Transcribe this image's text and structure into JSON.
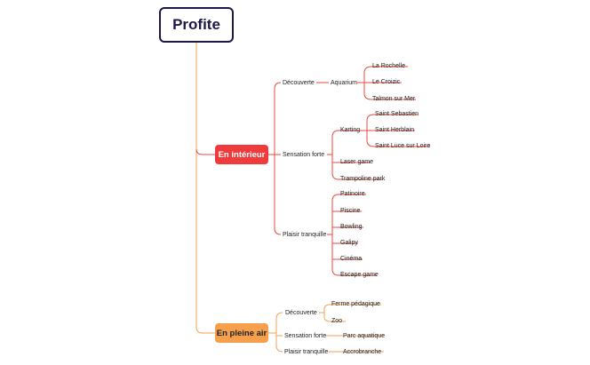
{
  "root": {
    "label": "Profite"
  },
  "colors": {
    "root_border": "#1b1746",
    "interior": "#ef3b3b",
    "exterior": "#f6a04d",
    "interior_line": "#e84a3c",
    "exterior_line": "#f3a253"
  },
  "branches": [
    {
      "label": "En intérieur",
      "groups": [
        {
          "label": "Découverte",
          "items": [
            {
              "label": "Aquarium",
              "children": [
                "La Rochelle",
                "Le Croizic",
                "Talmon sur Mer"
              ]
            }
          ]
        },
        {
          "label": "Sensation forte",
          "items": [
            {
              "label": "Karting",
              "children": [
                "Saint Sebastien",
                "Saint Herblain",
                "Saint Luce sur Loire"
              ]
            },
            {
              "label": "Laser game"
            },
            {
              "label": "Trampoline park"
            }
          ]
        },
        {
          "label": "Plaisir tranquille",
          "items": [
            {
              "label": "Patinoire"
            },
            {
              "label": "Piscine"
            },
            {
              "label": "Bowling"
            },
            {
              "label": "Galipy"
            },
            {
              "label": "Cinéma"
            },
            {
              "label": "Escape game"
            }
          ]
        }
      ]
    },
    {
      "label": "En pleine air",
      "groups": [
        {
          "label": "Découverte",
          "items": [
            {
              "label": "Ferme pédagique"
            },
            {
              "label": "Zoo"
            }
          ]
        },
        {
          "label": "Sensation forte",
          "items": [
            {
              "label": "Parc aquatique"
            }
          ]
        },
        {
          "label": "Plaisir tranquille",
          "items": [
            {
              "label": "Accrobranche"
            }
          ]
        }
      ]
    }
  ]
}
